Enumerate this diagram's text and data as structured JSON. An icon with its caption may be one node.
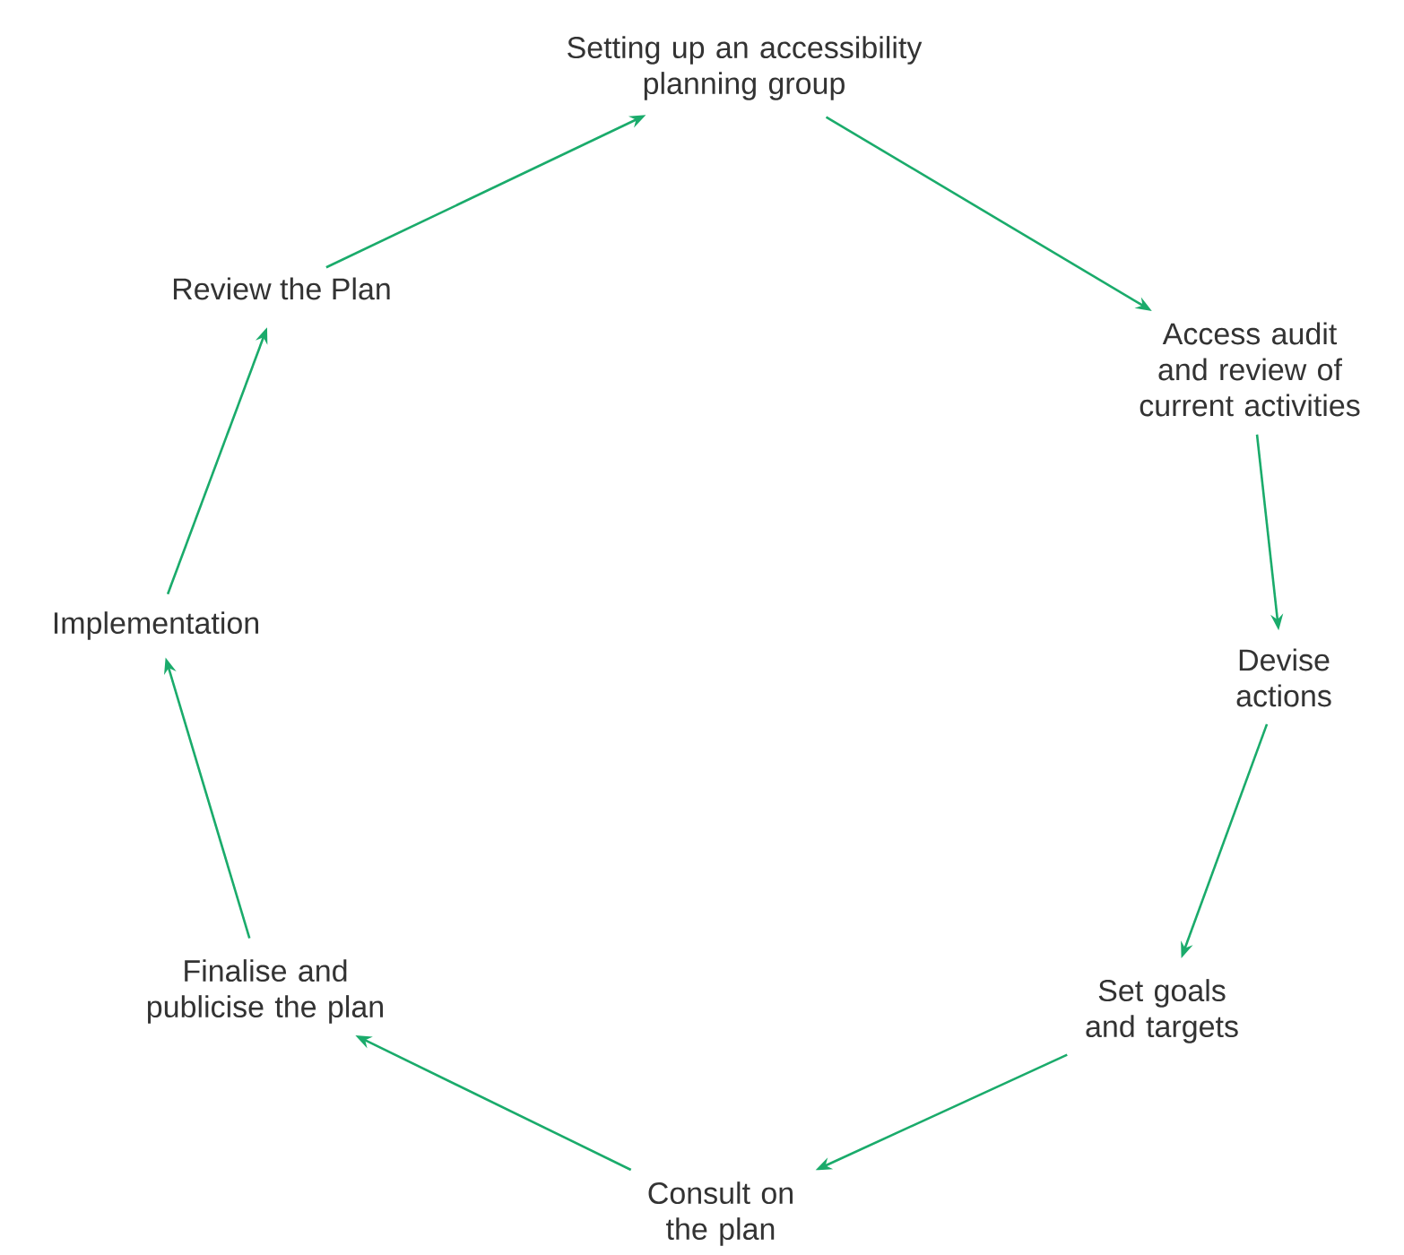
{
  "diagram": {
    "nodes": [
      {
        "text": [
          "Setting up an accessibility planning group"
        ]
      },
      {
        "text": [
          "Access audit and review of current activities"
        ]
      },
      {
        "text": [
          "Devise actions"
        ]
      },
      {
        "text": [
          "Set goals and targets"
        ]
      },
      {
        "text": [
          "Consult on the plan"
        ]
      },
      {
        "text": [
          "Finalise and publicise the plan"
        ]
      },
      {
        "text": [
          "Implementation"
        ]
      },
      {
        "text": [
          "Review the Plan"
        ]
      }
    ],
    "edges": [
      {
        "from": 0,
        "to": 1,
        "arrow": "to"
      },
      {
        "from": 1,
        "to": 2,
        "arrow": "to"
      },
      {
        "from": 2,
        "to": 3,
        "arrow": "to"
      },
      {
        "from": 3,
        "to": 4,
        "arrow": "to"
      },
      {
        "from": 4,
        "to": 5,
        "arrow": "to"
      },
      {
        "from": 5,
        "to": 6,
        "arrow": "to"
      },
      {
        "from": 6,
        "to": 7,
        "arrow": "to"
      },
      {
        "from": 7,
        "to": 0,
        "arrow": "to"
      }
    ]
  }
}
